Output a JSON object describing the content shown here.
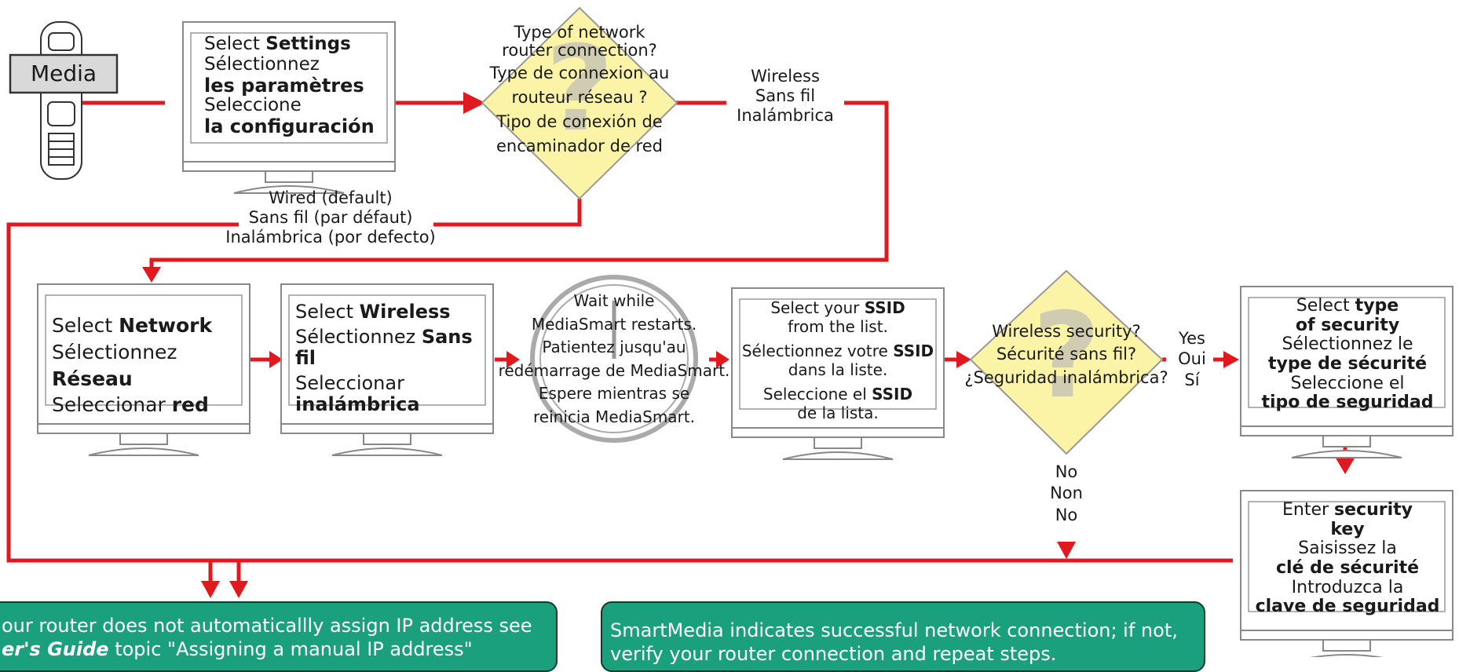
{
  "remote": {
    "label": "Media"
  },
  "step_settings": {
    "line1": "Select ",
    "line1_bold": "Settings",
    "line2": "Sélectionnez",
    "line3_bold": "les paramètres",
    "line4": "Seleccione",
    "line5_bold": "la configuración"
  },
  "decision_connection": {
    "q1": "Type of network",
    "q2": "router connection?",
    "q3": "Type de connexion au",
    "q4": "routeur réseau ?",
    "q5": "Tipo de conexión de",
    "q6": "encaminador de red"
  },
  "branch_wireless": {
    "en": "Wireless",
    "fr": "Sans fil",
    "es": "Inalámbrica"
  },
  "branch_wired": {
    "en": "Wired (default)",
    "fr": "Sans fil (par défaut)",
    "es": "Inalámbrica (por defecto)"
  },
  "step_network": {
    "l1": "Select ",
    "l1b": "Network",
    "l2": "Sélectionnez ",
    "l2b": "Réseau",
    "l3": "Seleccionar ",
    "l3b": "red"
  },
  "step_wireless": {
    "l1": "Select ",
    "l1b": "Wireless",
    "l2": "Sélectionnez ",
    "l2b": "Sans fil",
    "l3": "Seleccionar",
    "l4b": "inalámbrica"
  },
  "step_wait": {
    "l1": "Wait while",
    "l2": "MediaSmart restarts.",
    "l3": "Patientez jusqu'au",
    "l4": "redémarrage de MediaSmart.",
    "l5": "Espere mientras se",
    "l6": "reinicia MediaSmart."
  },
  "step_ssid": {
    "l1": "Select your ",
    "l1b": "SSID",
    "l2": "from the list.",
    "l3": "Sélectionnez votre ",
    "l3b": "SSID",
    "l4": "dans la liste.",
    "l5": "Seleccione el ",
    "l5b": "SSID",
    "l6": "de la lista."
  },
  "decision_security": {
    "q1": "Wireless security?",
    "q2": "Sécurité sans fil?",
    "q3": "¿Seguridad inalámbrica?"
  },
  "branch_yes": {
    "en": "Yes",
    "fr": "Oui",
    "es": "Sí"
  },
  "branch_no": {
    "en": "No",
    "fr": "Non",
    "es": "No"
  },
  "step_security_type": {
    "l1": "Select ",
    "l1b": "type",
    "l2b": "of security",
    "l3": "Sélectionnez le",
    "l4b": "type de sécurité",
    "l5": "Seleccione el",
    "l6b": "tipo de seguridad"
  },
  "step_security_key": {
    "l1": "Enter ",
    "l1b": "security",
    "l2b": "key",
    "l3": "Saisissez la",
    "l4b": "clé de sécurité",
    "l5": "Introduzca la",
    "l6b": "clave de seguridad"
  },
  "note_ip": {
    "l1": "our router does not automaticallly assign IP address see",
    "l2b": "er's Guide",
    "l2": " topic \"Assigning a manual IP address\""
  },
  "note_success": {
    "l1": "SmartMedia indicates successful network connection; if not,",
    "l2": "verify your router connection and repeat steps."
  },
  "colors": {
    "flow": "#e0191f",
    "diamond": "#fbf3a6",
    "note_bg": "#1aa07c"
  }
}
